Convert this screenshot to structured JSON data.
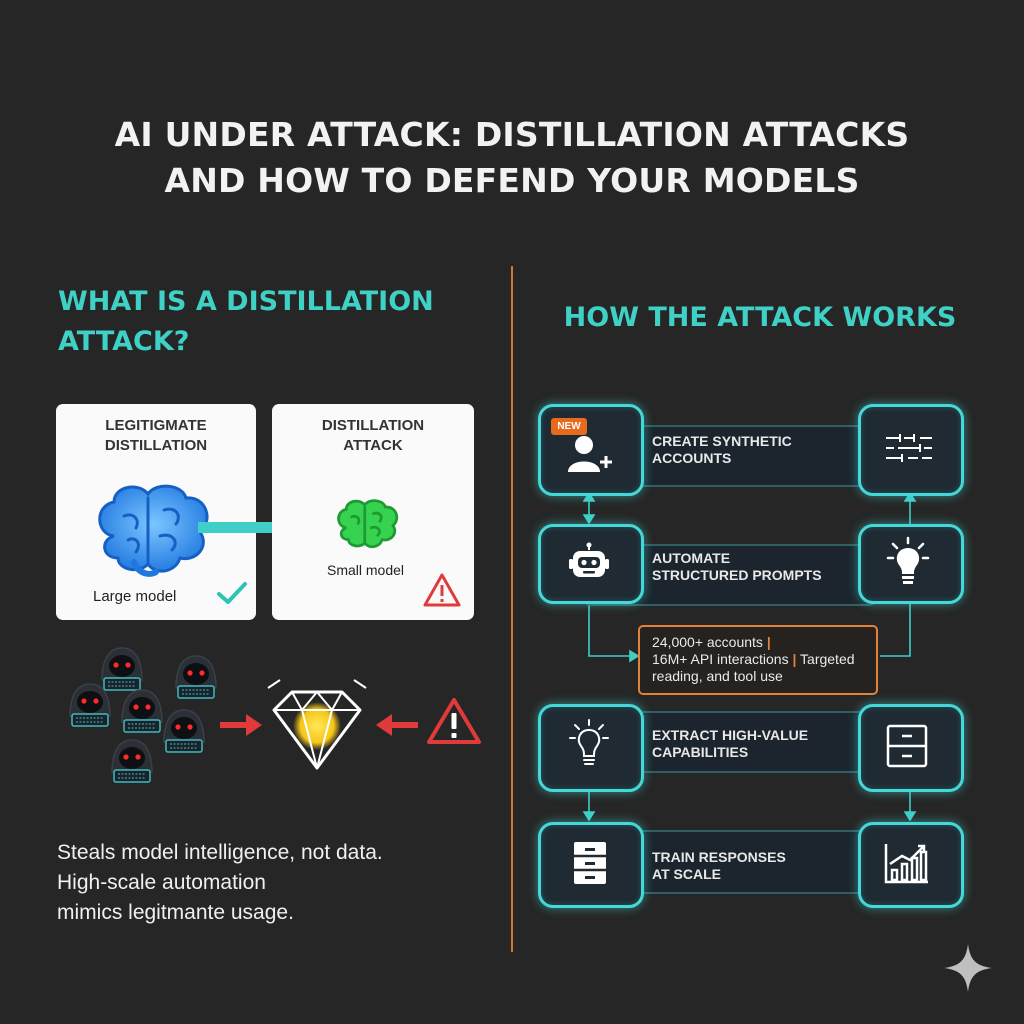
{
  "title": {
    "line1": "AI UNDER ATTACK: DISTILLATION ATTACKS",
    "line2": "AND HOW TO DEFEND YOUR MODELS"
  },
  "left": {
    "heading_line1": "WHAT IS A DISTILLATION",
    "heading_line2": "ATTACK?",
    "card_legit": {
      "title_line1": "LEGITIGMATE",
      "title_line2": "DISTILLATION",
      "caption": "Large model"
    },
    "card_attack": {
      "title_line1": "DISTILLATION",
      "title_line2": "ATTACK",
      "caption": "Small model"
    },
    "description": {
      "line1": "Steals model intelligence, not data.",
      "line2": "High-scale automation",
      "line3": "mimics legitmante usage."
    }
  },
  "right": {
    "heading": "HOW THE ATTACK WORKS",
    "badge": "NEW",
    "steps": [
      {
        "line1": "CREATE SYNTHETIC",
        "line2": "ACCOUNTS"
      },
      {
        "line1": "AUTOMATE",
        "line2": "STRUCTURED PROMPTS"
      },
      {
        "line1": "EXTRACT HIGH-VALUE",
        "line2": "CAPABILITIES"
      },
      {
        "line1": "TRAIN RESPONSES",
        "line2": "AT SCALE"
      }
    ],
    "stats": {
      "accounts": "24,000+ accounts",
      "sep": "|",
      "api": "16M+ API interactions",
      "targeted": "Targeted",
      "line3": "reading, and tool use"
    }
  },
  "colors": {
    "background": "#262626",
    "teal": "#3fd0c6",
    "orange": "#e2823a",
    "alert_red": "#e03a3a"
  }
}
